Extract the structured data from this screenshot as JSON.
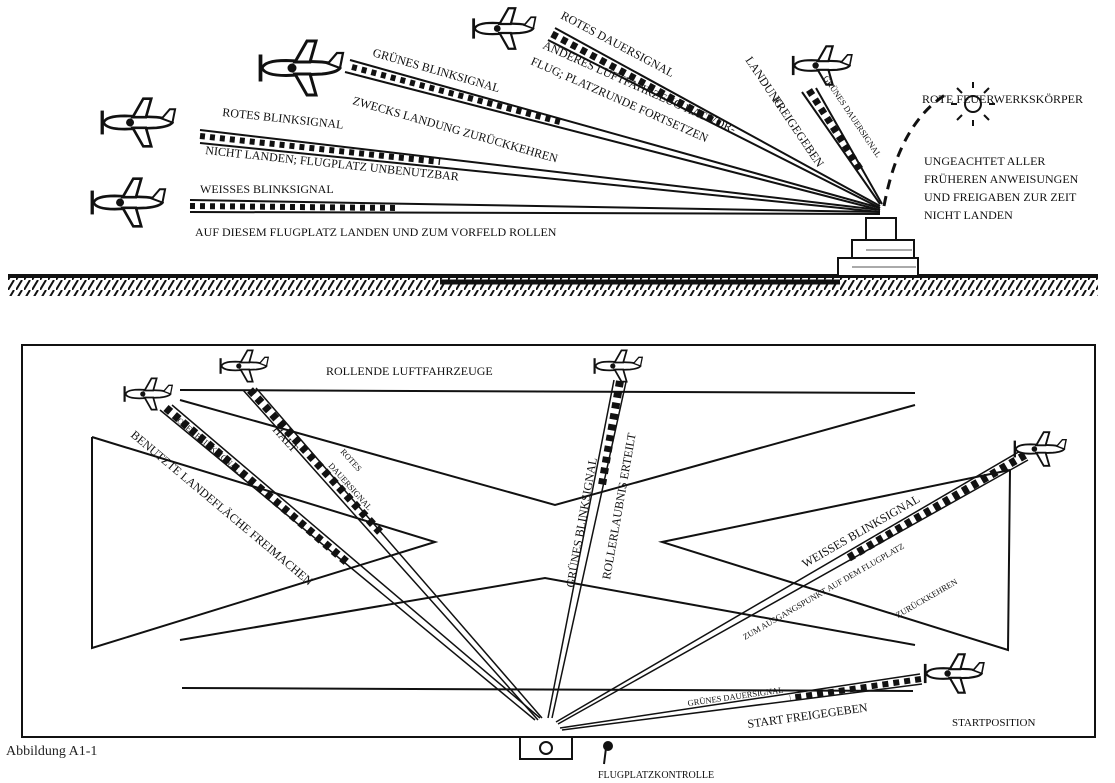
{
  "caption": "Abbildung A1-1",
  "colors": {
    "ink": "#111111",
    "paper": "#ffffff"
  },
  "icons": [
    "airplane-icon",
    "control-tower-icon",
    "firework-burst-icon",
    "signal-lamp-icon"
  ],
  "top_panel": {
    "signals": [
      {
        "signal": "WEISSES BLINKSIGNAL",
        "meaning": "AUF DIESEM FLUGPLATZ LANDEN UND ZUM VORFELD ROLLEN"
      },
      {
        "signal": "ROTES BLINKSIGNAL",
        "meaning": "NICHT LANDEN; FLUGPLATZ UNBENUTZBAR"
      },
      {
        "signal": "GRÜNES BLINKSIGNAL",
        "meaning": "ZWECKS LANDUNG ZURÜCKKEHREN"
      },
      {
        "signal": "ROTES DAUERSIGNAL",
        "meaning_line1": "ANDERES LUFTFAHRZEUG HAT VOR-",
        "meaning_line2": "FLUG; PLATZRUNDE FORTSETZEN"
      },
      {
        "signal": "GRÜNES DAUERSIGNAL",
        "meaning_line1": "LANDUNG",
        "meaning_line2": "FREIGEGEBEN"
      }
    ],
    "firework": {
      "label": "ROTE FEUERWERKSKÖRPER",
      "meaning": [
        "UNGEACHTET ALLER",
        "FRÜHEREN ANWEISUNGEN",
        "UND FREIGABEN ZUR ZEIT",
        "NICHT LANDEN"
      ]
    }
  },
  "bottom_panel": {
    "area_label": "ROLLENDE LUFTFAHRZEUGE",
    "signals": [
      {
        "signal": "ROTES BLINKSIGNAL",
        "meaning": "BENUTZTE LANDEFLÄCHE FREIMACHEN"
      },
      {
        "signal_line1": "ROTES",
        "signal_line2": "DAUERSIGNAL",
        "meaning": "HALT"
      },
      {
        "signal": "GRÜNES BLINKSIGNAL",
        "meaning": "ROLLERLAUBNIS ERTEILT"
      },
      {
        "signal": "WEISSES BLINKSIGNAL",
        "meaning_line1": "ZUM AUSGANGSPUNKT AUF DEM FLUGPLATZ",
        "meaning_line2": "ZURÜCKKEHREN"
      },
      {
        "signal": "GRÜNES DAUERSIGNAL",
        "meaning": "START FREIGEGEBEN"
      }
    ],
    "start_position": "STARTPOSITION",
    "control_label": "FLUGPLATZKONTROLLE"
  }
}
